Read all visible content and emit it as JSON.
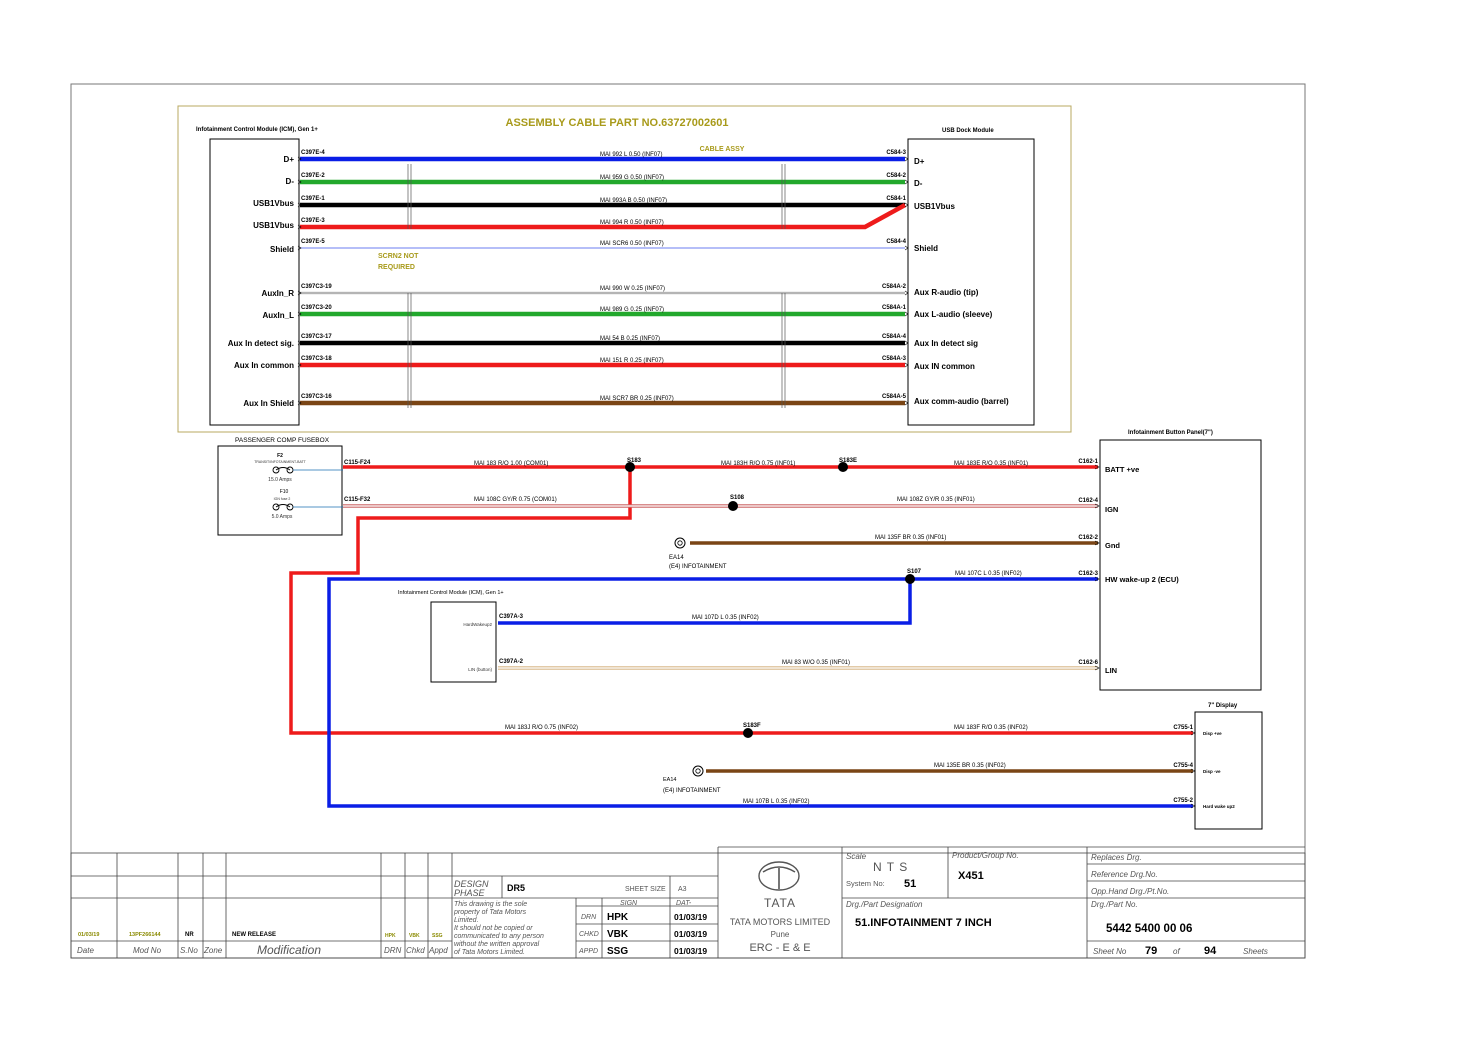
{
  "header": {
    "assembly_title": "ASSEMBLY CABLE PART NO.63727002601",
    "cable_assy": "CABLE ASSY",
    "scrn2_line1": "SCRN2 NOT",
    "scrn2_line2": "REQUIRED"
  },
  "modules": {
    "icm_top": "Infotainment Control Module (ICM), Gen 1+",
    "usb_dock": "USB Dock Module",
    "fusebox": "PASSENGER COMP FUSEBOX",
    "button_panel": "Infotainment Button Panel(7\")",
    "icm_mid": "Infotainment Control Module (ICM), Gen 1+",
    "display7": "7\" Display"
  },
  "fuses": [
    {
      "id": "F2",
      "name": "TRANSIT/INFOTAINMENT-BATT",
      "rating": "15.0 Amps"
    },
    {
      "id": "F10",
      "name": "IGN fuse 2",
      "rating": "5.0 Amps"
    }
  ],
  "icm_mid_pins": [
    "HardWakeup2",
    "LIN (button)"
  ],
  "left_pins": [
    "D+",
    "D-",
    "USB1Vbus",
    "USB1Vbus",
    "Shield",
    "AuxIn_R",
    "AuxIn_L",
    "Aux In detect sig.",
    "Aux In common",
    "Aux In Shield"
  ],
  "right_pins": [
    "D+",
    "D-",
    "USB1Vbus",
    "Shield",
    "Aux R-audio (tip)",
    "Aux L-audio (sleeve)",
    "Aux In detect sig",
    "Aux IN common",
    "Aux comm-audio (barrel)"
  ],
  "panel_pins": [
    "BATT +ve",
    "IGN",
    "Gnd",
    "HW wake-up 2 (ECU)",
    "LIN"
  ],
  "display_pins": [
    "Disp +ve",
    "Disp -ve",
    "Hard wake up2"
  ],
  "connectors": {
    "top_left": [
      "C397E-4",
      "C397E-2",
      "C397E-1",
      "C397E-3",
      "C397E-5",
      "C397C3-19",
      "C397C3-20",
      "C397C3-17",
      "C397C3-18",
      "C397C3-16"
    ],
    "top_right": [
      "C584-3",
      "C584-2",
      "C584-1",
      "C584-4",
      "C584A-2",
      "C584A-1",
      "C584A-4",
      "C584A-3",
      "C584A-5"
    ],
    "fuse_out": [
      "C115-F24",
      "C115-F32"
    ],
    "panel": [
      "C162-1",
      "C162-4",
      "C162-2",
      "C162-3",
      "C162-6"
    ],
    "icm_mid": [
      "C397A-3",
      "C397A-2"
    ],
    "display": [
      "C755-1",
      "C755-4",
      "C755-2"
    ]
  },
  "wires_top": [
    "MAI    992   L  0.50  (INF07)",
    "MAI    959   G  0.50  (INF07)",
    "MAI    993A   B  0.50  (INF07)",
    "MAI    994   R  0.50  (INF07)",
    "MAI    SCR6    0.50  (INF07)",
    "MAI    990   W  0.25  (INF07)",
    "MAI    989   G  0.25  (INF07)",
    "MAI    54   B  0.25  (INF07)",
    "MAI    151   R  0.25  (INF07)",
    "MAI    SCR7   BR  0.25  (INF07)"
  ],
  "splices": [
    "S183",
    "S183E",
    "S108",
    "S107",
    "S183F"
  ],
  "wires_bottom": [
    "MAI  183   R/O  1.00  (COM01)",
    "MAI  183H   R/O  0.75  (INF01)",
    "MAI  183E   R/O  0.35  (INF01)",
    "MAI  108C   GY/R  0.75  (COM01)",
    "MAI  108Z   GY/R  0.35  (INF01)",
    "MAI  135F   BR  0.35  (INF01)",
    "MAI  107C   L  0.35  (INF02)",
    "MAI  107D   L  0.35  (INF02)",
    "MAI  83   W/O  0.35  (INF01)",
    "MAI  183J   R/O  0.75  (INF02)",
    "MAI  183F   R/O  0.35  (INF02)",
    "MAI  135E   BR  0.35  (INF02)",
    "MAI  107B   L  0.35  (INF02)"
  ],
  "grounds": [
    {
      "id": "EA14",
      "label": "(E4) INFOTAINMENT"
    },
    {
      "id": "EA14",
      "label": "(E4) INFOTAINMENT"
    }
  ],
  "title_block": {
    "rev_date": "01/03/19",
    "rev_mod": "13PF266144",
    "rev_sno": "NR",
    "rev_desc": "NEW RELEASE",
    "rev_drn": "HPK",
    "rev_chkd": "VBK",
    "rev_appd": "SSG",
    "h_date": "Date",
    "h_mod": "Mod No",
    "h_sno": "S.No",
    "h_zone": "Zone",
    "h_modification": "Modification",
    "h_drn": "DRN",
    "h_chkd": "Chkd",
    "h_appd": "Appd",
    "design_phase_1": "DESIGN",
    "design_phase_2": "PHASE",
    "phase": "DR5",
    "sheet_size_label": "SHEET SIZE",
    "sheet_size": "A3",
    "sign": "SIGN",
    "dat": "DAT-",
    "note_1": "This drawing is the sole",
    "note_2": "property of Tata Motors",
    "note_3": "Limited.",
    "note_4": "  It should not be copied or",
    "note_5": "communicated to any person",
    "note_6": "without the written approval",
    "note_7": "of Tata Motors Limited.",
    "drn": "DRN",
    "chkd": "CHKD",
    "appd": "APPD",
    "drn_sign": "HPK",
    "chkd_sign": "VBK",
    "appd_sign": "SSG",
    "drn_date": "01/03/19",
    "chkd_date": "01/03/19",
    "appd_date": "01/03/19",
    "logo_text": "TATA",
    "company": "TATA MOTORS LIMITED",
    "city": "Pune",
    "dept": "ERC - E & E",
    "scale_label": "Scale",
    "scale": "N T S",
    "product_label": "Product/Group No.",
    "product": "X451",
    "system_label": "System No:",
    "system": "51",
    "designation_label": "Drg./Part Designation",
    "designation": "51.INFOTAINMENT 7 INCH",
    "replaces_label": "Replaces Drg.",
    "reference_label": "Reference Drg.No.",
    "opp_label": "Opp.Hand Drg./Pt.No.",
    "part_label": "Drg./Part No.",
    "part_no": "5442 5400 00 06",
    "sheet_no_label": "Sheet No",
    "sheet_no": "79",
    "of_label": "of",
    "total_sheets": "94",
    "sheets_label": "Sheets"
  },
  "colors": {
    "blue": "#0a1ee6",
    "green": "#22a82c",
    "black": "#000000",
    "red": "#ee1b1b",
    "brown": "#7a4515",
    "assembly_text": "#a89a1a",
    "panel_border": "#b8a860"
  }
}
